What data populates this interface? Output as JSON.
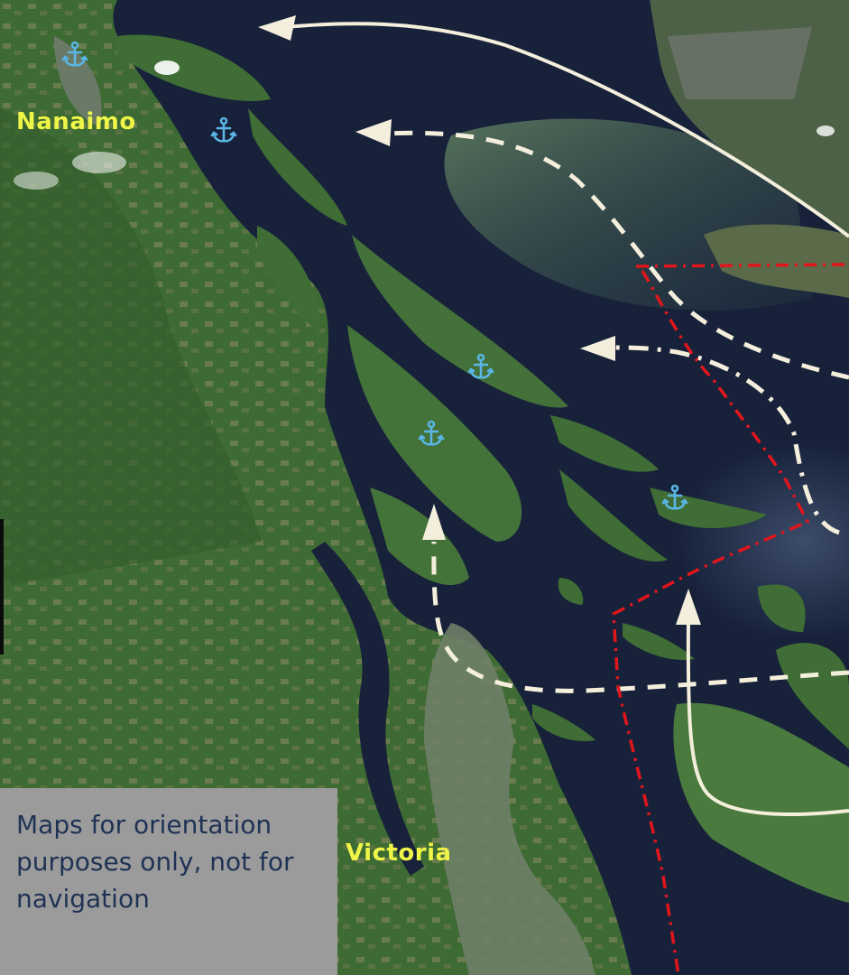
{
  "map": {
    "labels": {
      "nanaimo": "Nanaimo",
      "victoria": "Victoria"
    },
    "disclaimer": "Maps for orientation purposes only, not for navigation",
    "colors": {
      "water": "#17213a",
      "land": "#3f6b34",
      "label": "#eef548",
      "route": "#f4efdc",
      "boundary": "#e0161b",
      "anchor": "#5bb6e6",
      "disclaimer_bg": "#9b9b9b",
      "disclaimer_text": "#1f3254"
    },
    "icons": [
      "anchor-icon"
    ]
  }
}
